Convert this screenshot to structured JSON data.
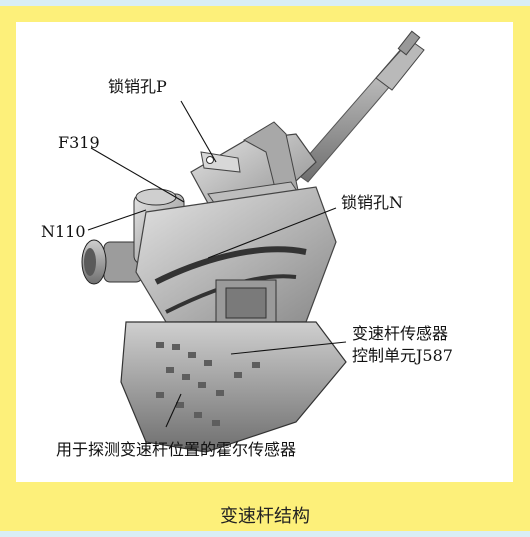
{
  "labels": {
    "lock_hole_p": "锁销孔P",
    "f319": "F319",
    "lock_hole_n": "锁销孔N",
    "n110": "N110",
    "sensor_unit_line1": "变速杆传感器",
    "sensor_unit_line2": "控制单元J587",
    "hall_sensor": "用于探测变速杆位置的霍尔传感器"
  },
  "caption": "变速杆结构",
  "colors": {
    "frame": "#fdf07a",
    "panel": "#ffffff",
    "edge_strip": "#d9eef6"
  }
}
